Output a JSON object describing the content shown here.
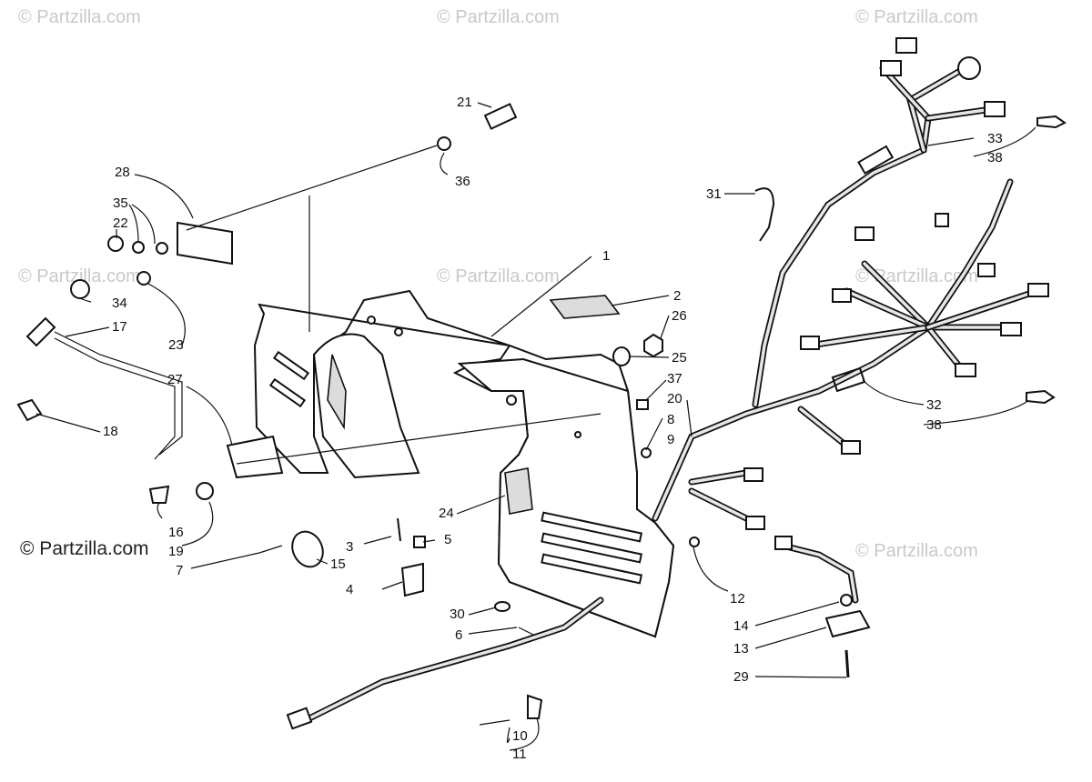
{
  "watermarks": [
    "© Partzilla.com",
    "© Partzilla.com",
    "© Partzilla.com",
    "© Partzilla.com",
    "© Partzilla.com",
    "© Partzilla.com",
    "© Partzilla.com",
    "© Partzilla.com"
  ],
  "callouts": [
    "1",
    "2",
    "3",
    "4",
    "5",
    "6",
    "7",
    "8",
    "9",
    "10",
    "11",
    "12",
    "13",
    "14",
    "15",
    "16",
    "17",
    "18",
    "19",
    "20",
    "21",
    "22",
    "23",
    "24",
    "25",
    "26",
    "27",
    "28",
    "29",
    "30",
    "31",
    "32",
    "33",
    "34",
    "35",
    "36",
    "37",
    "38"
  ],
  "duplicates": {
    "33b": "38",
    "32b": "38"
  }
}
